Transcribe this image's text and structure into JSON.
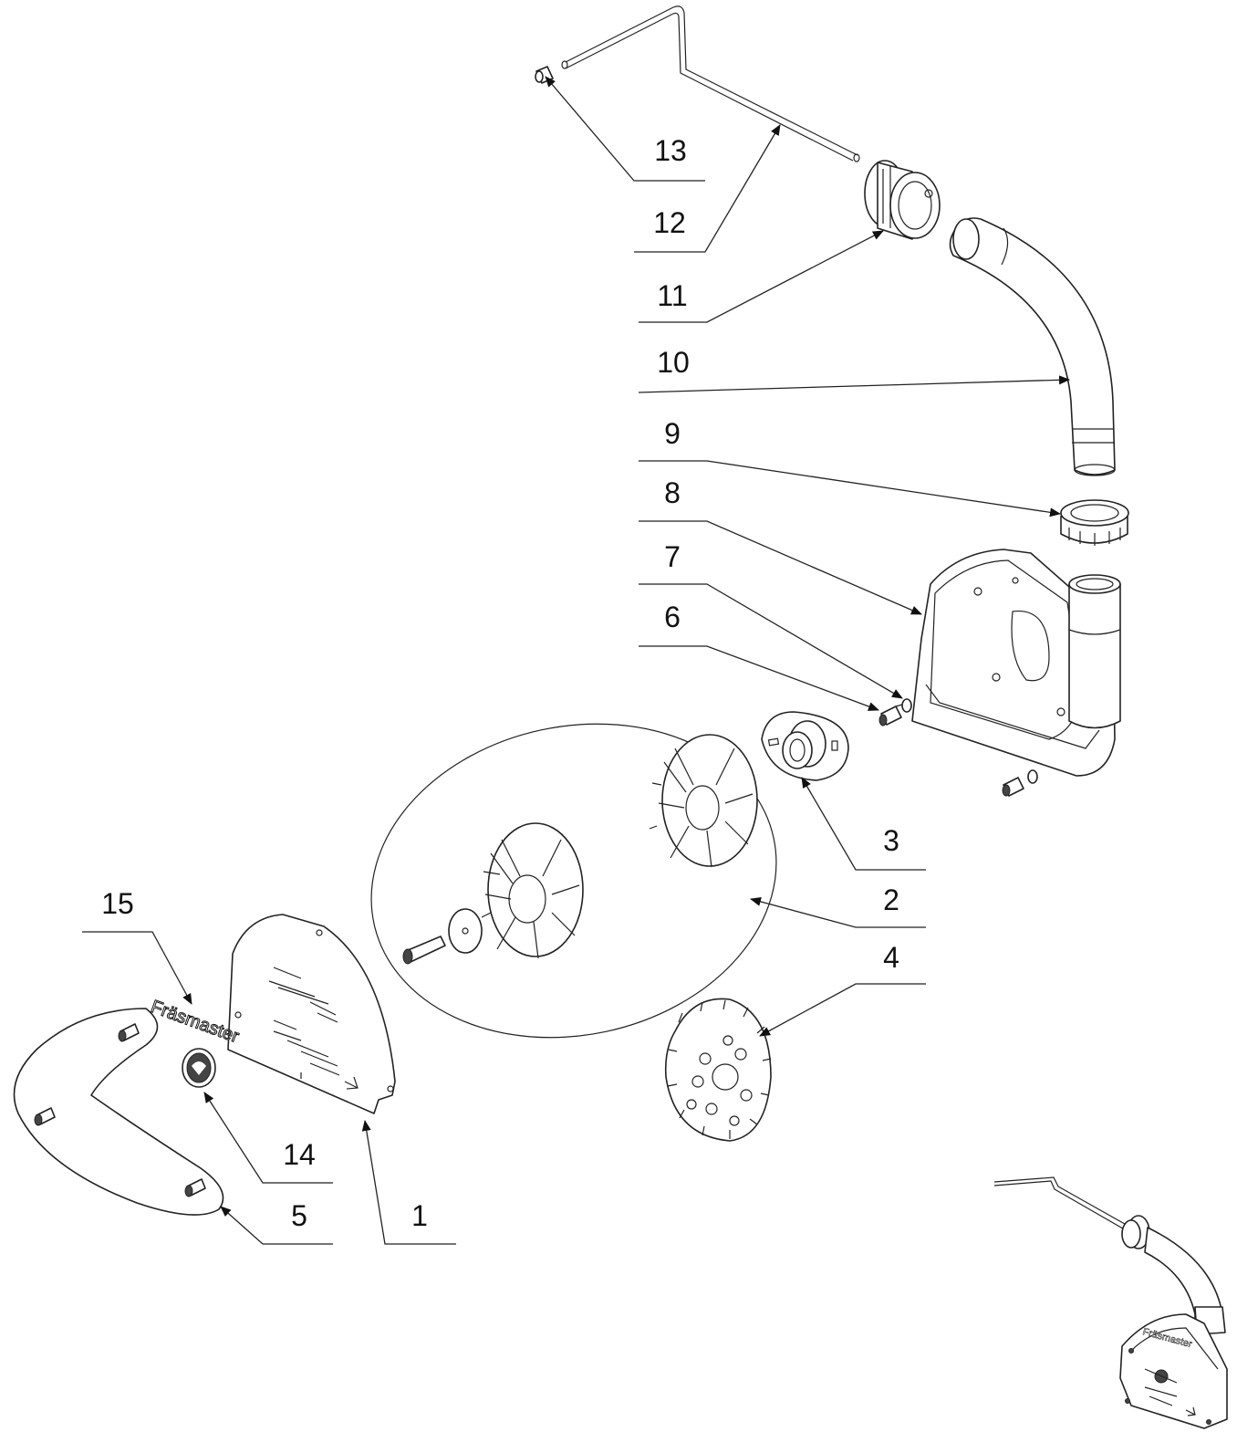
{
  "part_numbers": {
    "p1": "1",
    "p2": "2",
    "p3": "3",
    "p4": "4",
    "p5": "5",
    "p6": "6",
    "p7": "7",
    "p8": "8",
    "p9": "9",
    "p10": "10",
    "p11": "11",
    "p12": "12",
    "p13": "13",
    "p14": "14",
    "p15": "15"
  },
  "brand": {
    "logo_text": "Fräsmaster"
  }
}
